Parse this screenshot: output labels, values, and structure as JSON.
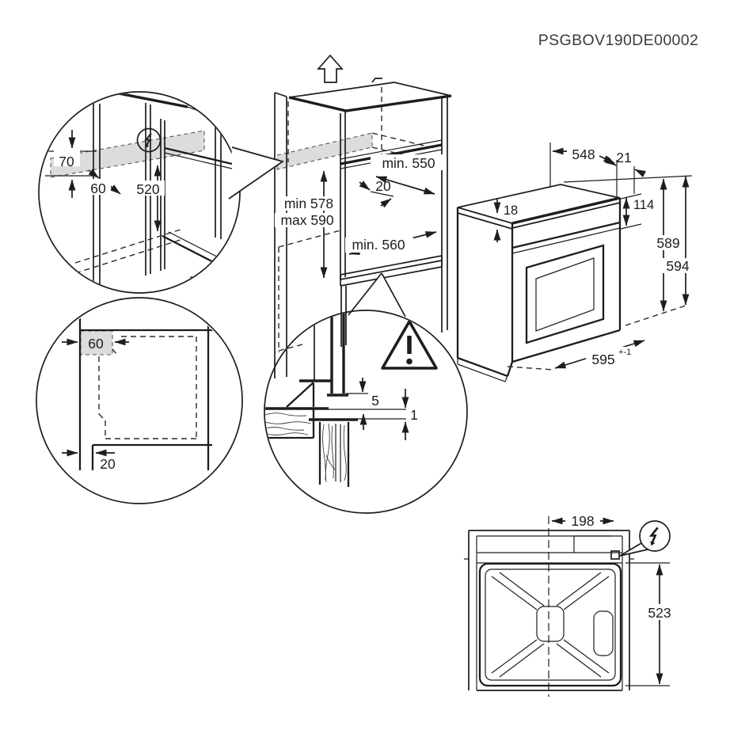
{
  "title": "PSGBOV190DE00002",
  "colors": {
    "line": "#1d1d1d",
    "shade": "#dcdcdc",
    "background": "#ffffff"
  },
  "icons": {
    "removal": "up-arrow-outline-icon",
    "electrical": "lightning-bolt-circle-icon",
    "warning": "exclamation-triangle-icon"
  },
  "niche_top_detail": {
    "zone_height": "70",
    "zone_width": "60",
    "zone_bottom_height": "520"
  },
  "cabinet": {
    "depth_min": "min. 550",
    "rear_gap": "20",
    "height_min": "min 578",
    "height_max": "max 590",
    "width_min": "min. 560"
  },
  "oven": {
    "depth": "548",
    "front_offset": "21",
    "top_inset": "18",
    "control_panel_height": "114",
    "body_height": "589",
    "overall_height": "594",
    "width": "595",
    "width_tolerance": "+-1"
  },
  "plinth_detail": {
    "zone_width": "60",
    "front_recess": "20"
  },
  "front_gap_detail": {
    "top_gap": "5",
    "bottom_gap": "1"
  },
  "rear_plan": {
    "connection_offset": "198",
    "connection_depth": "523"
  }
}
